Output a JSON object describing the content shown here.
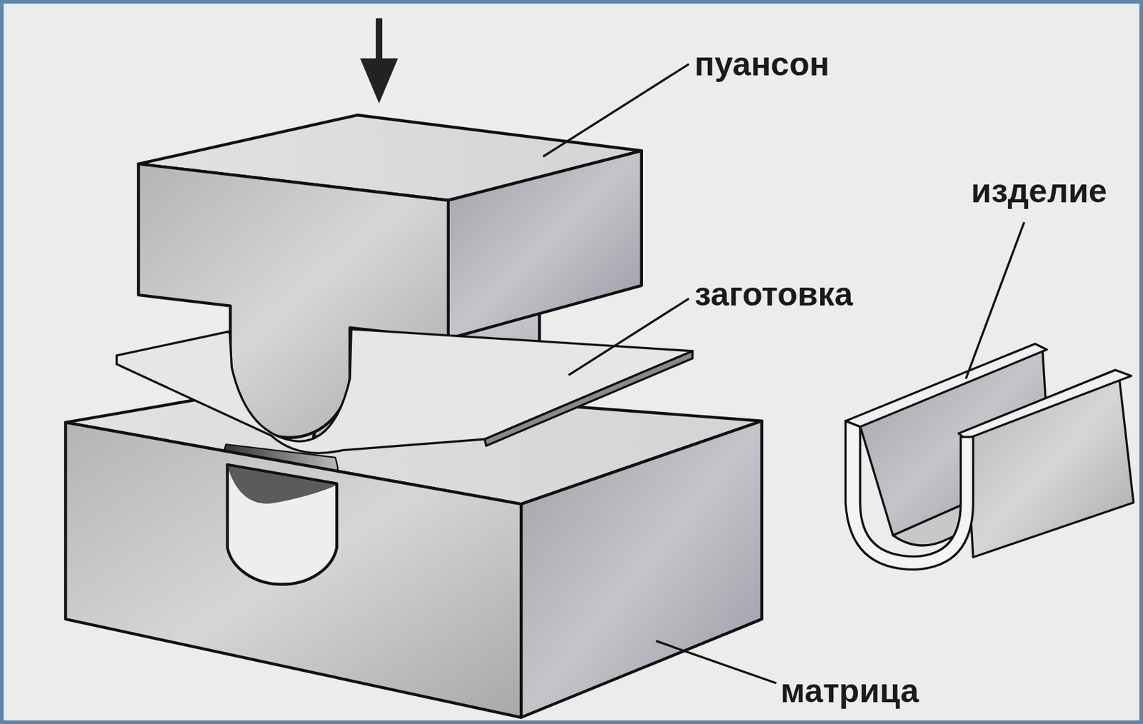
{
  "diagram": {
    "labels": [
      "пуансон",
      "заготовка",
      "изделие",
      "матрица"
    ]
  }
}
